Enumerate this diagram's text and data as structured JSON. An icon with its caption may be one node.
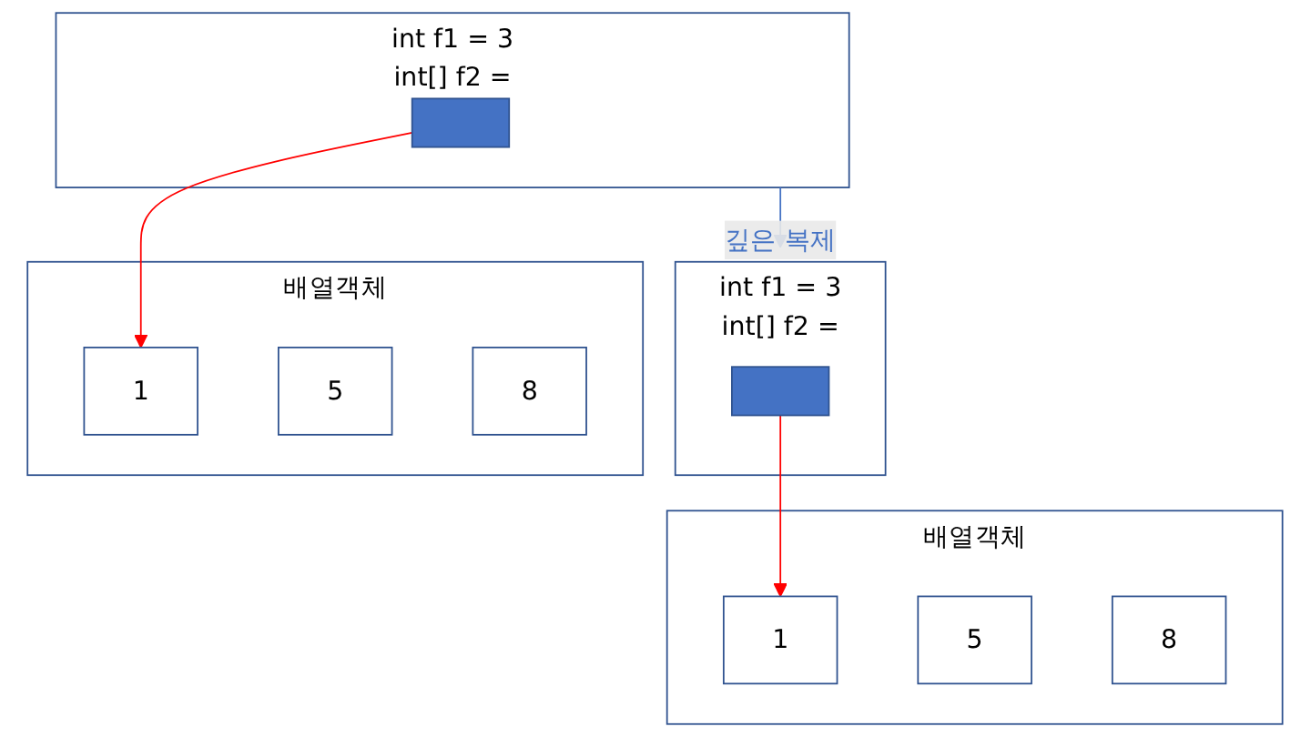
{
  "diagram": {
    "nodes": [
      {
        "text": [
          "int f1 = 3",
          "int[] f2 ="
        ]
      },
      {
        "text": [],
        "shape": "box",
        "in": 0
      },
      {
        "text": [
          "int f1 = 3",
          "int[] f2 ="
        ]
      },
      {
        "text": [],
        "shape": "box",
        "in": 2
      },
      {
        "text": [
          "배열객체"
        ]
      },
      {
        "text": [
          "1"
        ],
        "in": 4
      },
      {
        "text": [
          "5"
        ],
        "in": 4
      },
      {
        "text": [
          "8"
        ],
        "in": 4
      },
      {
        "text": [
          "배열객체"
        ]
      },
      {
        "text": [
          "1"
        ],
        "in": 8
      },
      {
        "text": [
          "5"
        ],
        "in": 8
      },
      {
        "text": [
          "8"
        ],
        "in": 8
      }
    ],
    "edges": [
      {
        "from": 0,
        "to": 2,
        "arrow": "to",
        "label": "깊은 복제",
        "color": "#4472c4"
      },
      {
        "from": 1,
        "to": 5,
        "arrow": "to",
        "color": "#ff0000"
      },
      {
        "from": 3,
        "to": 9,
        "arrow": "to",
        "color": "#ff0000"
      }
    ]
  }
}
